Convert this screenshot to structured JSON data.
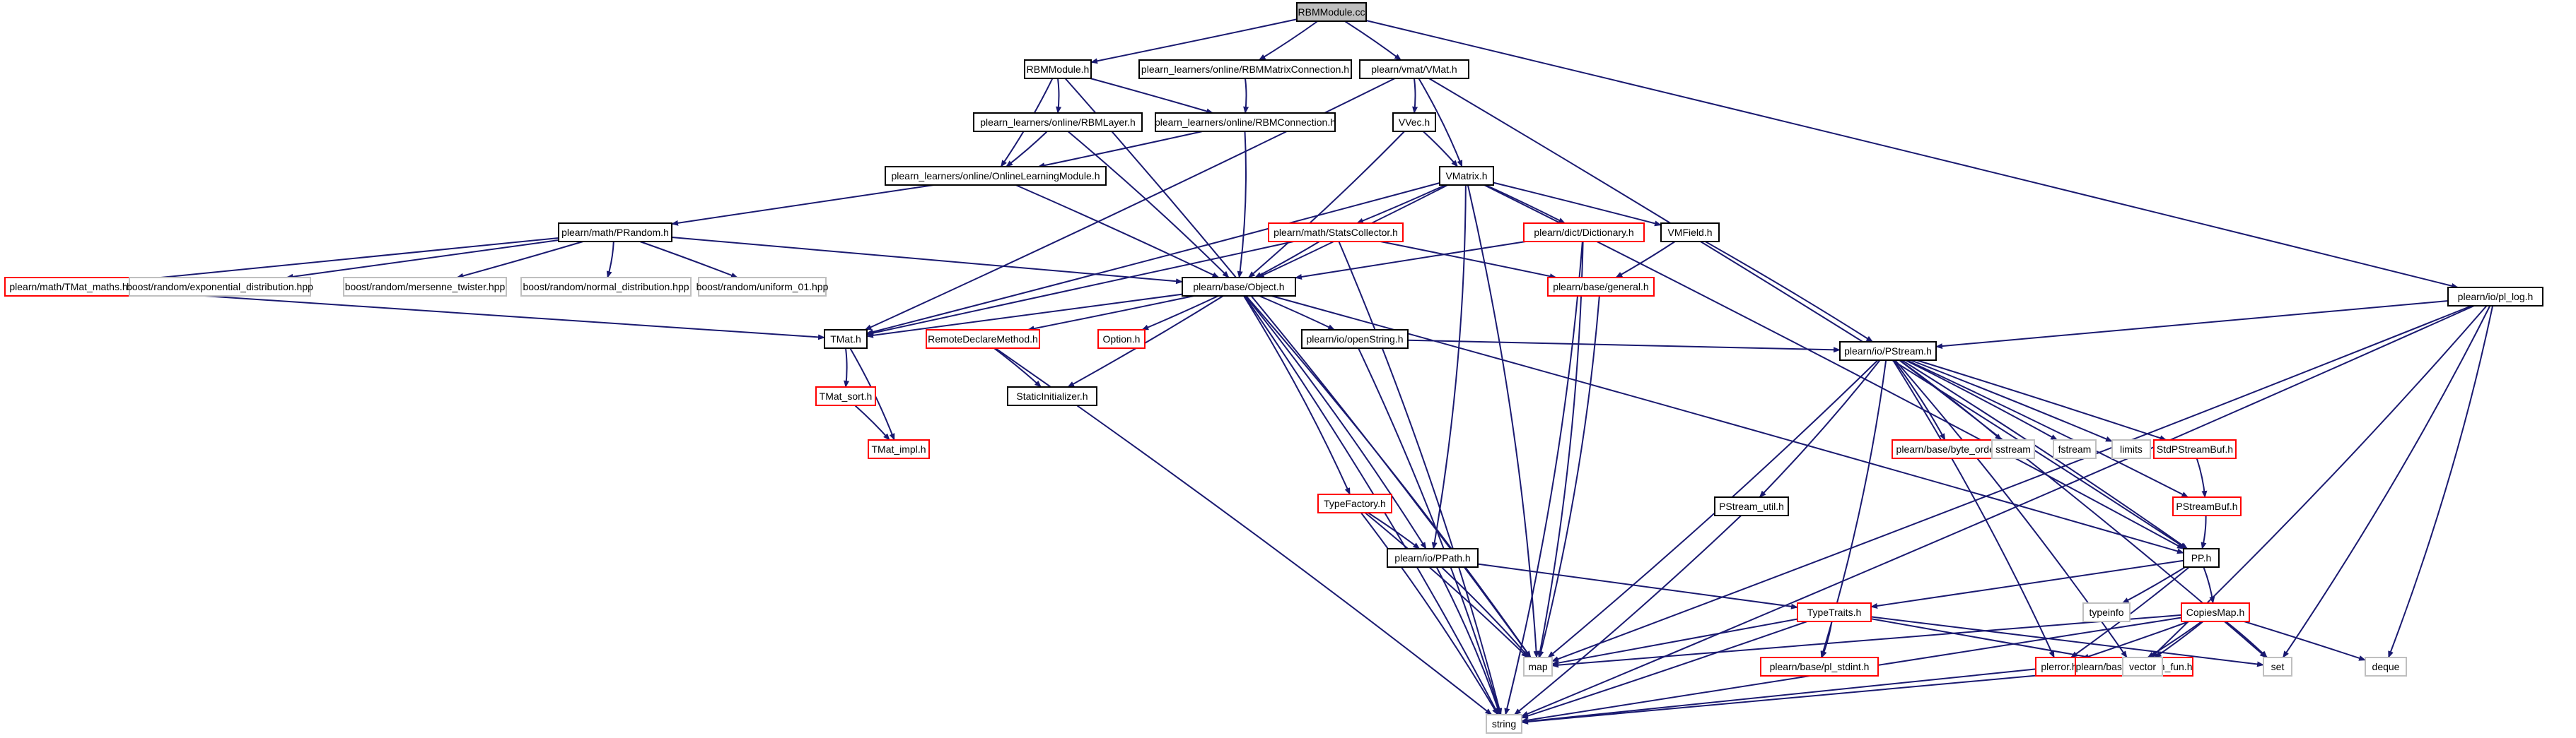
{
  "colors": {
    "edge": "#191970",
    "border_normal": "#000000",
    "border_linked": "#ff0000",
    "border_external": "#bfbfbf",
    "fill_root": "#bfbfbf",
    "fill_normal": "#ffffff",
    "text": "#000000"
  },
  "nodes": [
    {
      "id": "rbmmodule_cc",
      "label": "RBMModule.cc",
      "kind": "root"
    },
    {
      "id": "rbmmodule_h",
      "label": "RBMModule.h",
      "kind": "normal"
    },
    {
      "id": "rbmmatrixconnection_h",
      "label": "plearn_learners/online/RBMMatrixConnection.h",
      "kind": "normal"
    },
    {
      "id": "vmat_h",
      "label": "plearn/vmat/VMat.h",
      "kind": "normal"
    },
    {
      "id": "pl_log_h",
      "label": "plearn/io/pl_log.h",
      "kind": "normal"
    },
    {
      "id": "rbmlayer_h",
      "label": "plearn_learners/online/RBMLayer.h",
      "kind": "normal"
    },
    {
      "id": "rbmconnection_h",
      "label": "plearn_learners/online/RBMConnection.h",
      "kind": "normal"
    },
    {
      "id": "vvec_h",
      "label": "VVec.h",
      "kind": "normal"
    },
    {
      "id": "onlinelearningmodule_h",
      "label": "plearn_learners/online/OnlineLearningModule.h",
      "kind": "normal"
    },
    {
      "id": "vmatrix_h",
      "label": "VMatrix.h",
      "kind": "normal"
    },
    {
      "id": "prandom_h",
      "label": "plearn/math/PRandom.h",
      "kind": "normal"
    },
    {
      "id": "statscollector_h",
      "label": "plearn/math/StatsCollector.h",
      "kind": "linked"
    },
    {
      "id": "dictionary_h",
      "label": "plearn/dict/Dictionary.h",
      "kind": "linked"
    },
    {
      "id": "vmfield_h",
      "label": "VMField.h",
      "kind": "normal"
    },
    {
      "id": "tmat_maths_h",
      "label": "plearn/math/TMat_maths.h",
      "kind": "linked"
    },
    {
      "id": "boost_exponential",
      "label": "boost/random/exponential_distribution.hpp",
      "kind": "external"
    },
    {
      "id": "boost_mersenne",
      "label": "boost/random/mersenne_twister.hpp",
      "kind": "external"
    },
    {
      "id": "boost_normal",
      "label": "boost/random/normal_distribution.hpp",
      "kind": "external"
    },
    {
      "id": "boost_uniform",
      "label": "boost/random/uniform_01.hpp",
      "kind": "external"
    },
    {
      "id": "object_h",
      "label": "plearn/base/Object.h",
      "kind": "normal"
    },
    {
      "id": "general_h",
      "label": "plearn/base/general.h",
      "kind": "linked"
    },
    {
      "id": "tmat_h",
      "label": "TMat.h",
      "kind": "normal"
    },
    {
      "id": "remotedeclaremethod_h",
      "label": "RemoteDeclareMethod.h",
      "kind": "linked"
    },
    {
      "id": "option_h",
      "label": "Option.h",
      "kind": "linked"
    },
    {
      "id": "openstring_h",
      "label": "plearn/io/openString.h",
      "kind": "normal"
    },
    {
      "id": "pstream_h",
      "label": "plearn/io/PStream.h",
      "kind": "normal"
    },
    {
      "id": "tmat_sort_h",
      "label": "TMat_sort.h",
      "kind": "linked"
    },
    {
      "id": "staticinitializer_h",
      "label": "StaticInitializer.h",
      "kind": "normal"
    },
    {
      "id": "byte_order_h",
      "label": "plearn/base/byte_order.h",
      "kind": "linked"
    },
    {
      "id": "sstream",
      "label": "sstream",
      "kind": "external"
    },
    {
      "id": "fstream",
      "label": "fstream",
      "kind": "external"
    },
    {
      "id": "limits",
      "label": "limits",
      "kind": "external"
    },
    {
      "id": "stdpstreambuf_h",
      "label": "StdPStreamBuf.h",
      "kind": "linked"
    },
    {
      "id": "tmat_impl_h",
      "label": "TMat_impl.h",
      "kind": "linked"
    },
    {
      "id": "typefactory_h",
      "label": "TypeFactory.h",
      "kind": "linked"
    },
    {
      "id": "pstream_util_h",
      "label": "PStream_util.h",
      "kind": "normal"
    },
    {
      "id": "pstreambuf_h",
      "label": "PStreamBuf.h",
      "kind": "linked"
    },
    {
      "id": "ppath_h",
      "label": "plearn/io/PPath.h",
      "kind": "normal"
    },
    {
      "id": "pp_h",
      "label": "PP.h",
      "kind": "normal"
    },
    {
      "id": "typeinfo",
      "label": "typeinfo",
      "kind": "external"
    },
    {
      "id": "typetraits_h",
      "label": "TypeTraits.h",
      "kind": "linked"
    },
    {
      "id": "copiesmap_h",
      "label": "CopiesMap.h",
      "kind": "linked"
    },
    {
      "id": "map",
      "label": "map",
      "kind": "external"
    },
    {
      "id": "pl_stdint_h",
      "label": "plearn/base/pl_stdint.h",
      "kind": "linked"
    },
    {
      "id": "plerror_h",
      "label": "plerror.h",
      "kind": "linked"
    },
    {
      "id": "pl_hash_fun_h",
      "label": "plearn/base/pl_hash_fun.h",
      "kind": "linked"
    },
    {
      "id": "vector",
      "label": "vector",
      "kind": "external"
    },
    {
      "id": "set",
      "label": "set",
      "kind": "external"
    },
    {
      "id": "deque",
      "label": "deque",
      "kind": "external"
    },
    {
      "id": "string",
      "label": "string",
      "kind": "external"
    }
  ],
  "edges": [
    [
      "rbmmodule_cc",
      "rbmmodule_h"
    ],
    [
      "rbmmodule_cc",
      "rbmmatrixconnection_h"
    ],
    [
      "rbmmodule_cc",
      "vmat_h"
    ],
    [
      "rbmmodule_cc",
      "pl_log_h"
    ],
    [
      "rbmmodule_h",
      "rbmlayer_h"
    ],
    [
      "rbmmodule_h",
      "rbmconnection_h"
    ],
    [
      "rbmmodule_h",
      "onlinelearningmodule_h"
    ],
    [
      "rbmmodule_h",
      "map"
    ],
    [
      "rbmmatrixconnection_h",
      "rbmconnection_h"
    ],
    [
      "vmat_h",
      "vvec_h"
    ],
    [
      "vmat_h",
      "vmatrix_h"
    ],
    [
      "vmat_h",
      "tmat_h"
    ],
    [
      "vmat_h",
      "pp_h"
    ],
    [
      "pl_log_h",
      "pstream_h"
    ],
    [
      "pl_log_h",
      "map"
    ],
    [
      "pl_log_h",
      "vector"
    ],
    [
      "pl_log_h",
      "set"
    ],
    [
      "pl_log_h",
      "deque"
    ],
    [
      "pl_log_h",
      "string"
    ],
    [
      "rbmlayer_h",
      "onlinelearningmodule_h"
    ],
    [
      "rbmlayer_h",
      "object_h"
    ],
    [
      "rbmconnection_h",
      "onlinelearningmodule_h"
    ],
    [
      "rbmconnection_h",
      "object_h"
    ],
    [
      "vvec_h",
      "vmatrix_h"
    ],
    [
      "vvec_h",
      "object_h"
    ],
    [
      "onlinelearningmodule_h",
      "prandom_h"
    ],
    [
      "onlinelearningmodule_h",
      "object_h"
    ],
    [
      "vmatrix_h",
      "object_h"
    ],
    [
      "vmatrix_h",
      "statscollector_h"
    ],
    [
      "vmatrix_h",
      "dictionary_h"
    ],
    [
      "vmatrix_h",
      "vmfield_h"
    ],
    [
      "vmatrix_h",
      "tmat_h"
    ],
    [
      "vmatrix_h",
      "map"
    ],
    [
      "vmatrix_h",
      "ppath_h"
    ],
    [
      "vmatrix_h",
      "pp_h"
    ],
    [
      "prandom_h",
      "tmat_maths_h"
    ],
    [
      "prandom_h",
      "boost_exponential"
    ],
    [
      "prandom_h",
      "boost_mersenne"
    ],
    [
      "prandom_h",
      "boost_normal"
    ],
    [
      "prandom_h",
      "boost_uniform"
    ],
    [
      "prandom_h",
      "object_h"
    ],
    [
      "tmat_maths_h",
      "tmat_h"
    ],
    [
      "statscollector_h",
      "object_h"
    ],
    [
      "statscollector_h",
      "general_h"
    ],
    [
      "statscollector_h",
      "tmat_h"
    ],
    [
      "statscollector_h",
      "string"
    ],
    [
      "dictionary_h",
      "object_h"
    ],
    [
      "dictionary_h",
      "map"
    ],
    [
      "dictionary_h",
      "string"
    ],
    [
      "vmfield_h",
      "general_h"
    ],
    [
      "vmfield_h",
      "pstream_h"
    ],
    [
      "general_h",
      "map"
    ],
    [
      "object_h",
      "tmat_h"
    ],
    [
      "object_h",
      "remotedeclaremethod_h"
    ],
    [
      "object_h",
      "staticinitializer_h"
    ],
    [
      "object_h",
      "option_h"
    ],
    [
      "object_h",
      "openstring_h"
    ],
    [
      "object_h",
      "typefactory_h"
    ],
    [
      "object_h",
      "ppath_h"
    ],
    [
      "object_h",
      "map"
    ],
    [
      "object_h",
      "string"
    ],
    [
      "object_h",
      "pp_h"
    ],
    [
      "tmat_h",
      "tmat_sort_h"
    ],
    [
      "tmat_h",
      "tmat_impl_h"
    ],
    [
      "tmat_sort_h",
      "tmat_impl_h"
    ],
    [
      "remotedeclaremethod_h",
      "staticinitializer_h"
    ],
    [
      "remotedeclaremethod_h",
      "string"
    ],
    [
      "openstring_h",
      "pstream_h"
    ],
    [
      "openstring_h",
      "string"
    ],
    [
      "pstream_h",
      "byte_order_h"
    ],
    [
      "pstream_h",
      "sstream"
    ],
    [
      "pstream_h",
      "fstream"
    ],
    [
      "pstream_h",
      "limits"
    ],
    [
      "pstream_h",
      "stdpstreambuf_h"
    ],
    [
      "pstream_h",
      "pstreambuf_h"
    ],
    [
      "pstream_h",
      "pstream_util_h"
    ],
    [
      "pstream_h",
      "pp_h"
    ],
    [
      "pstream_h",
      "map"
    ],
    [
      "pstream_h",
      "pl_stdint_h"
    ],
    [
      "pstream_h",
      "plerror_h"
    ],
    [
      "pstream_h",
      "pl_hash_fun_h"
    ],
    [
      "pstream_h",
      "set"
    ],
    [
      "stdpstreambuf_h",
      "pstreambuf_h"
    ],
    [
      "pstreambuf_h",
      "pp_h"
    ],
    [
      "typefactory_h",
      "ppath_h"
    ],
    [
      "typefactory_h",
      "map"
    ],
    [
      "typefactory_h",
      "string"
    ],
    [
      "pstream_util_h",
      "string"
    ],
    [
      "ppath_h",
      "typetraits_h"
    ],
    [
      "ppath_h",
      "map"
    ],
    [
      "ppath_h",
      "string"
    ],
    [
      "pp_h",
      "typeinfo"
    ],
    [
      "pp_h",
      "typetraits_h"
    ],
    [
      "pp_h",
      "copiesmap_h"
    ],
    [
      "pp_h",
      "plerror_h"
    ],
    [
      "typetraits_h",
      "map"
    ],
    [
      "typetraits_h",
      "pl_stdint_h"
    ],
    [
      "typetraits_h",
      "string"
    ],
    [
      "typetraits_h",
      "vector"
    ],
    [
      "typetraits_h",
      "set"
    ],
    [
      "copiesmap_h",
      "map"
    ],
    [
      "copiesmap_h",
      "plerror_h"
    ],
    [
      "copiesmap_h",
      "pl_hash_fun_h"
    ],
    [
      "copiesmap_h",
      "vector"
    ],
    [
      "copiesmap_h",
      "set"
    ],
    [
      "copiesmap_h",
      "deque"
    ],
    [
      "copiesmap_h",
      "string"
    ],
    [
      "plerror_h",
      "string"
    ],
    [
      "pl_hash_fun_h",
      "string"
    ]
  ]
}
